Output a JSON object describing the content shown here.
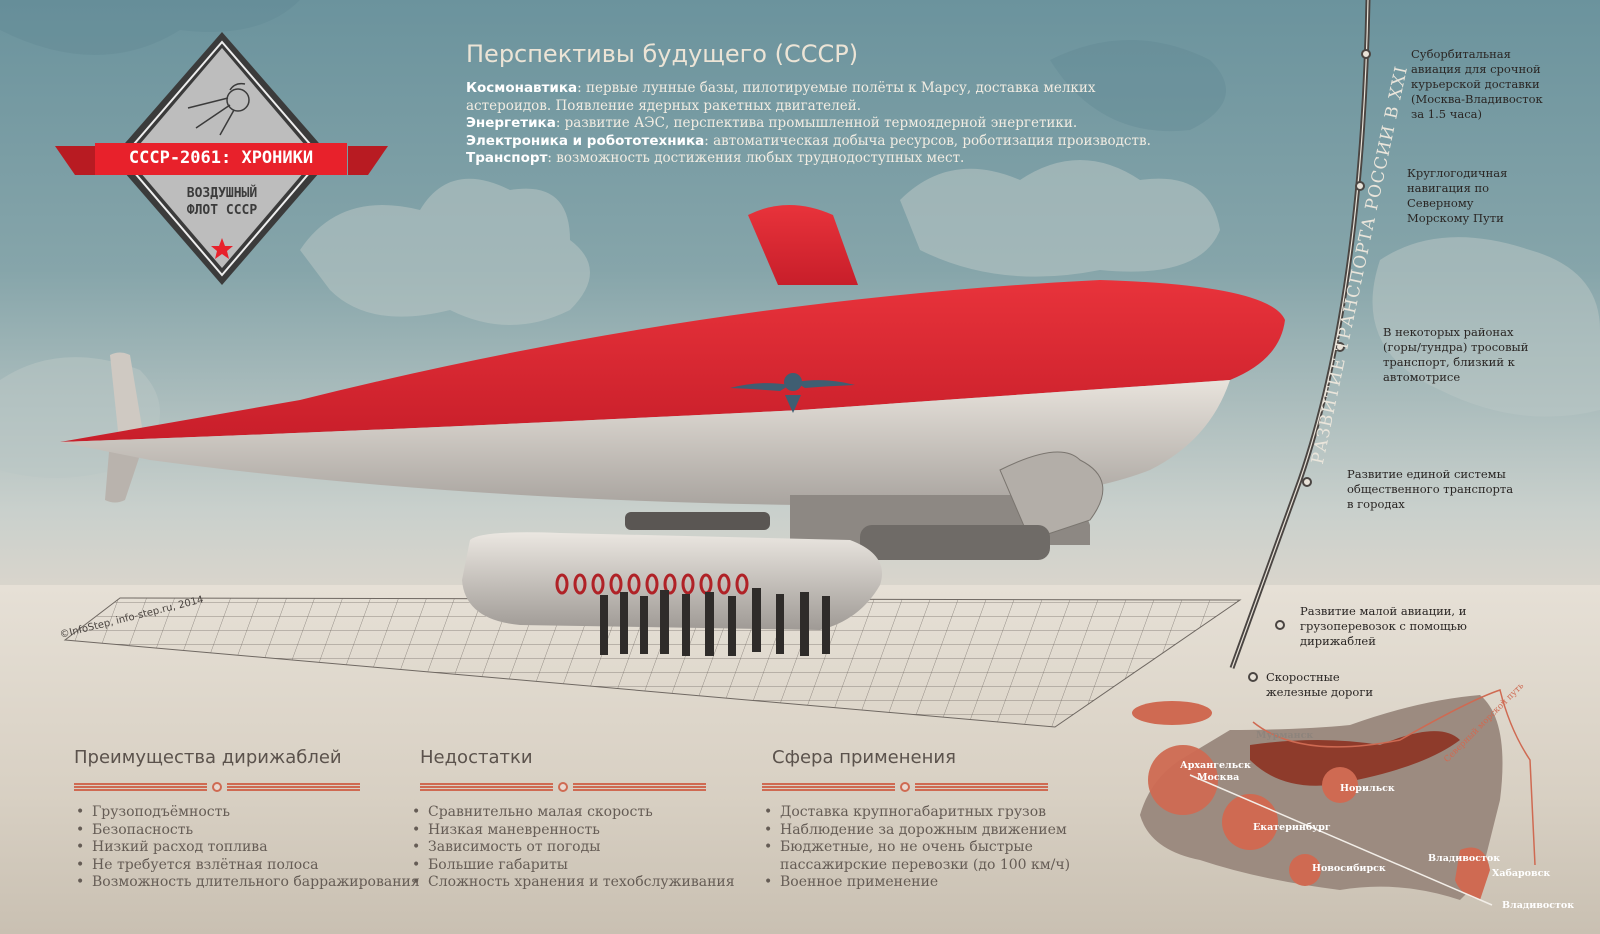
{
  "logo": {
    "title": "СССР-2061: ХРОНИКИ",
    "subtitle_line1": "ВОЗДУШНЫЙ",
    "subtitle_line2": "ФЛОТ СССР"
  },
  "header": {
    "title": "Перспективы будущего (СССР)",
    "items": [
      {
        "label": "Космонавтика",
        "text": ": первые лунные базы, пилотируемые полёты к Марсу, доставка мелких астероидов. Появление ядерных ракетных двигателей."
      },
      {
        "label": "Энергетика",
        "text": ": развитие АЭС, перспектива промышленной термоядерной энергетики."
      },
      {
        "label": "Электроника и робототехника",
        "text": ": автоматическая добыча ресурсов, роботизация производств."
      },
      {
        "label": "Транспорт",
        "text": ": возможность достижения любых труднодоступных мест."
      }
    ]
  },
  "timeline": {
    "title": "РАЗВИТИЕ ТРАНСПОРТА РОССИИ В XXI",
    "items": [
      "Суборбитальная авиация для срочной курьерской доставки (Москва-Владивосток за 1.5 часа)",
      "Круглогодичная навигация по Северному Морскому Пути",
      "В некоторых районах (горы/тундра) тросовый транспорт, близкий к автомотрисе",
      "Развитие единой системы общественного транспорта в городах",
      "Развитие малой авиации, и грузоперевозок с помощью дирижаблей",
      "Скоростные железные дороги"
    ]
  },
  "copyright": "©InfoStep, info-step.ru, 2014",
  "sections": [
    {
      "title": "Преимущества дирижаблей",
      "items": [
        "Грузоподъёмность",
        "Безопасность",
        "Низкий расход топлива",
        "Не требуется взлётная полоса",
        "Возможность длительного барражирования"
      ]
    },
    {
      "title": "Недостатки",
      "items": [
        "Сравнительно малая скорость",
        "Низкая маневренность",
        "Зависимость от погоды",
        "Большие габариты",
        "Сложность хранения и техобслуживания"
      ]
    },
    {
      "title": "Сфера применения",
      "items": [
        "Доставка крупногабаритных грузов",
        "Наблюдение за дорожным движением",
        "Бюджетные, но не очень быстрые пассажирские перевозки (до 100 км/ч)",
        "Военное применение"
      ]
    }
  ],
  "map": {
    "route": "Северный морской путь",
    "cities": [
      "Мурманск",
      "Архангельск",
      "Москва",
      "Норильск",
      "Екатеринбург",
      "Новосибирск",
      "Владивосток",
      "Хабаровск",
      "Владивосток"
    ]
  },
  "colors": {
    "accent": "#e8212b",
    "map_land": "#9c8b80",
    "map_highlight": "#cf6a52",
    "map_dark": "#8e3b2b"
  }
}
